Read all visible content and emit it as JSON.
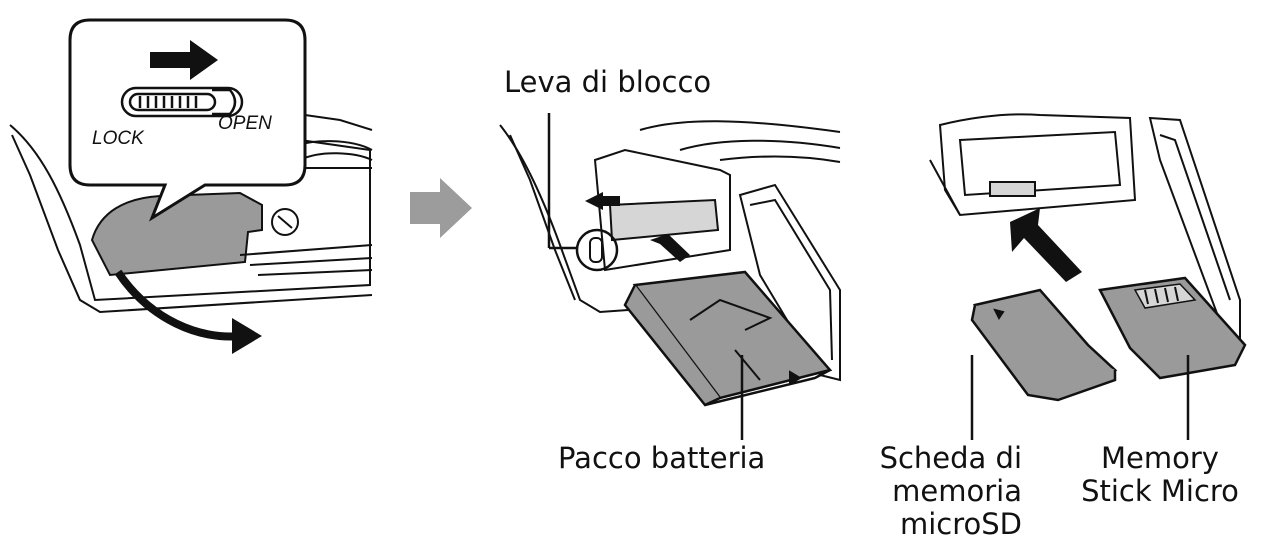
{
  "switch": {
    "lock_label": "LOCK",
    "open_label": "OPEN"
  },
  "labels": {
    "lock_lever": "Leva di blocco",
    "battery_pack": "Pacco batteria",
    "microsd_line1": "Scheda di",
    "microsd_line2": "memoria",
    "microsd_line3": "microSD",
    "memory_stick_line1": "Memory",
    "memory_stick_line2": "Stick Micro"
  },
  "colors": {
    "line": "#111111",
    "gray_fill": "#9a9a9a",
    "light_gray": "#d6d6d6",
    "step_arrow": "#9c9c9c"
  }
}
